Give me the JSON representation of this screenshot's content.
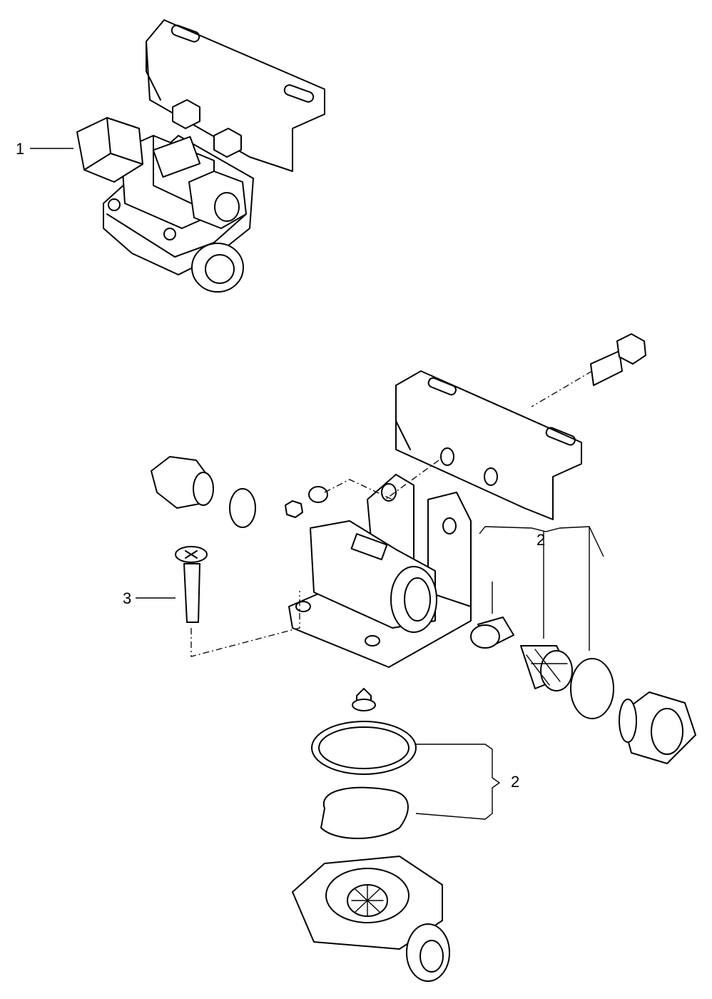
{
  "callouts": [
    {
      "id": "c1",
      "label": "1"
    },
    {
      "id": "c2a",
      "label": "2"
    },
    {
      "id": "c2b",
      "label": "2"
    },
    {
      "id": "c3",
      "label": "3"
    }
  ]
}
